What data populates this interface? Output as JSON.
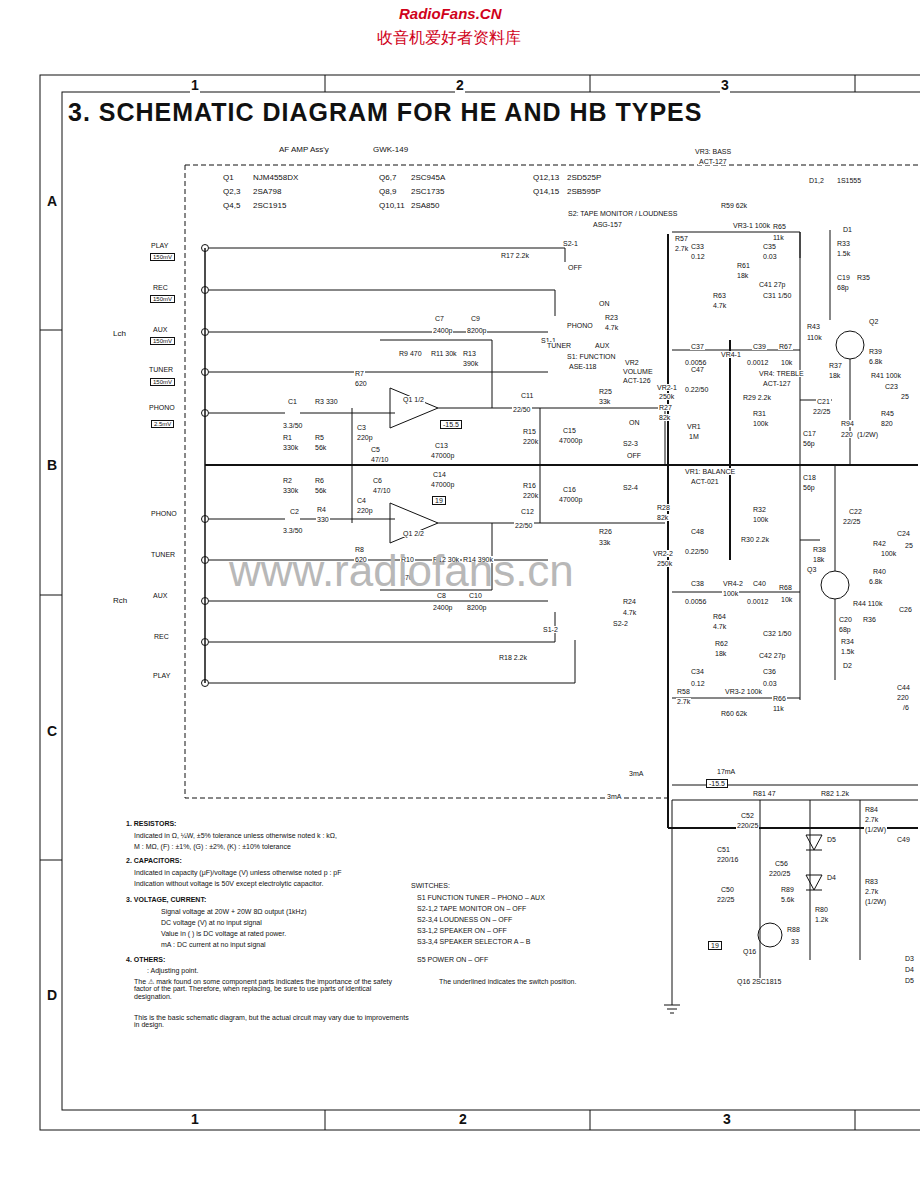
{
  "diagram": {
    "title": "3. SCHEMATIC DIAGRAM FOR HE AND HB TYPES",
    "labels": [
      "RadioFans.CN",
      "收音机爱好者资料库",
      "1",
      "2",
      "3",
      "A",
      "B",
      "C",
      "D",
      "1",
      "2",
      "3",
      "AF AMP Ass'y",
      "GWK-149",
      "Q1",
      "NJM4558DX",
      "Q2,3",
      "2SA798",
      "Q4,5",
      "2SC1915",
      "Q6,7",
      "2SC945A",
      "Q8,9",
      "2SC1735",
      "Q10,11",
      "2SA850",
      "Q12,13",
      "2SD525P",
      "Q14,15",
      "2SB595P",
      "PLAY",
      "150mV",
      "REC",
      "150mV",
      "Lch",
      "AUX",
      "150mV",
      "TUNER",
      "150mV",
      "PHONO",
      "2.5mV",
      "PHONO",
      "TUNER",
      "Rch",
      "AUX",
      "REC",
      "PLAY",
      "R17 2.2k",
      "S2-1",
      "OFF",
      "ON",
      "R23",
      "4.7k",
      "S1-1",
      "PHONO",
      "TUNER",
      "AUX",
      "S1: FUNCTION",
      "ASE-118",
      "C7",
      "2400p",
      "C9",
      "8200p",
      "R9 470",
      "R11 30k",
      "R13",
      "390k",
      "R7",
      "620",
      "Q1 1/2",
      "-15.5",
      "C1",
      "R3 330",
      "3.3/50",
      "R1",
      "330k",
      "R5",
      "56k",
      "C3",
      "220p",
      "C5",
      "47/10",
      "C13",
      "47000p",
      "C11",
      "22/50",
      "R15",
      "220k",
      "C15",
      "47000p",
      "R25",
      "33k",
      "S2-3",
      "ON",
      "OFF",
      "VR2",
      "VOLUME",
      "ACT-126",
      "VR2-1",
      "250k",
      "R27",
      "82k",
      "C47",
      "0.22/50",
      "VR1",
      "1M",
      "R29 2.2k",
      "R31",
      "100k",
      "C17",
      "56p",
      "VR1: BALANCE",
      "ACT-021",
      "VR3: BASS",
      "ACT-127",
      "S2: TAPE MONITOR / LOUDNESS",
      "ASG-157",
      "R59 62k",
      "R57",
      "2.7k",
      "VR3-1 100k",
      "R65",
      "11k",
      "C33",
      "0.12",
      "C35",
      "0.03",
      "R61",
      "18k",
      "C41 27p",
      "C31 1/50",
      "R63",
      "4.7k",
      "R43",
      "110k",
      "C37",
      "0.0056",
      "VR4-1",
      "C39",
      "0.0012",
      "R67",
      "10k",
      "VR4: TREBLE",
      "ACT-127",
      "D1,2",
      "1S1555",
      "D1",
      "R33",
      "1.5k",
      "C19",
      "68p",
      "R35",
      "Q2",
      "R37",
      "18k",
      "R39",
      "6.8k",
      "C21",
      "22/25",
      "R41 100k",
      "C23",
      "25",
      "R45",
      "820",
      "R94",
      "220",
      "(1/2W)",
      "R2",
      "330k",
      "R6",
      "56k",
      "C4",
      "220p",
      "C6",
      "47/10",
      "C14",
      "47000p",
      "19",
      "C2",
      "R4",
      "330",
      "3.3/50",
      "Q1 2/2",
      "R8",
      "620",
      "R10",
      "470",
      "R12 30k",
      "R14 390k",
      "C8",
      "2400p",
      "C10",
      "8200p",
      "R16",
      "220k",
      "C12",
      "22/50",
      "C16",
      "47000p",
      "S2-4",
      "R26",
      "33k",
      "R28",
      "82k",
      "VR2-2",
      "250k",
      "C48",
      "0.22/50",
      "R30 2.2k",
      "R32",
      "100k",
      "C18",
      "56p",
      "R24",
      "4.7k",
      "S1-2",
      "S2-2",
      "R18 2.2k",
      "C38",
      "0.0056",
      "VR4-2",
      "100k",
      "C40",
      "0.0012",
      "R68",
      "10k",
      "R64",
      "4.7k",
      "C32 1/50",
      "C42 27p",
      "R62",
      "18k",
      "C34",
      "0.12",
      "C36",
      "0.03",
      "R58",
      "2.7k",
      "VR3-2 100k",
      "R66",
      "11k",
      "R60 62k",
      "C22",
      "22/25",
      "R38",
      "18k",
      "Q3",
      "R42",
      "100k",
      "R40",
      "6.8k",
      "C24",
      "25",
      "R44 110k",
      "C20",
      "68p",
      "R36",
      "R34",
      "1.5k",
      "D2",
      "C26",
      "C44",
      "220",
      "/6",
      "3mA",
      "3mA",
      "17mA",
      "R81 47",
      "R82 1.2k",
      "-15.5",
      "C52",
      "220/25",
      "C51",
      "220/16",
      "D5",
      "D4",
      "C56",
      "220/25",
      "C50",
      "22/25",
      "R89",
      "5.6k",
      "R80",
      "1.2k",
      "Q16",
      "R88",
      "33",
      "19",
      "Q16 2SC1815",
      "R84",
      "2.7k",
      "(1/2W)",
      "R83",
      "2.7k",
      "(1/2W)",
      "C49",
      "D3",
      "D4",
      "D5",
      "1. RESISTORS:",
      "Indicated in Ω, ¼W, ±5% tolerance unless otherwise noted k : kΩ,",
      "M : MΩ, (F) : ±1%, (G) : ±2%, (K) : ±10% tolerance",
      "2. CAPACITORS:",
      "Indicated in capacity (μF)/voltage (V) unless otherwise noted p : pF",
      "Indication without voltage is 50V except electrolytic capacitor.",
      "3. VOLTAGE, CURRENT:",
      "Signal voltage at 20W + 20W 8Ω output (1kHz)",
      "DC voltage (V) at no input signal",
      "Value in ( ) is DC voltage at rated power.",
      "mA : DC current at no input signal",
      "4. OTHERS:",
      ": Adjusting point.",
      "The ⚠ mark found on some component parts indicates the importance of the safety factor of the part. Therefore, when replacing, be sure to use parts of identical designation.",
      "This is the basic schematic diagram, but the actual circuit may vary due to improvements in design.",
      "SWITCHES:",
      "S1 FUNCTION TUNER – PHONO – AUX",
      "S2-1,2 TAPE MONITOR ON – OFF",
      "S2-3,4 LOUDNESS ON – OFF",
      "S3-1,2 SPEAKER ON – OFF",
      "S3-3,4 SPEAKER SELECTOR A – B",
      "S5 POWER ON – OFF",
      "The underlined indicates the switch position.",
      "www.radiofans.cn"
    ]
  }
}
